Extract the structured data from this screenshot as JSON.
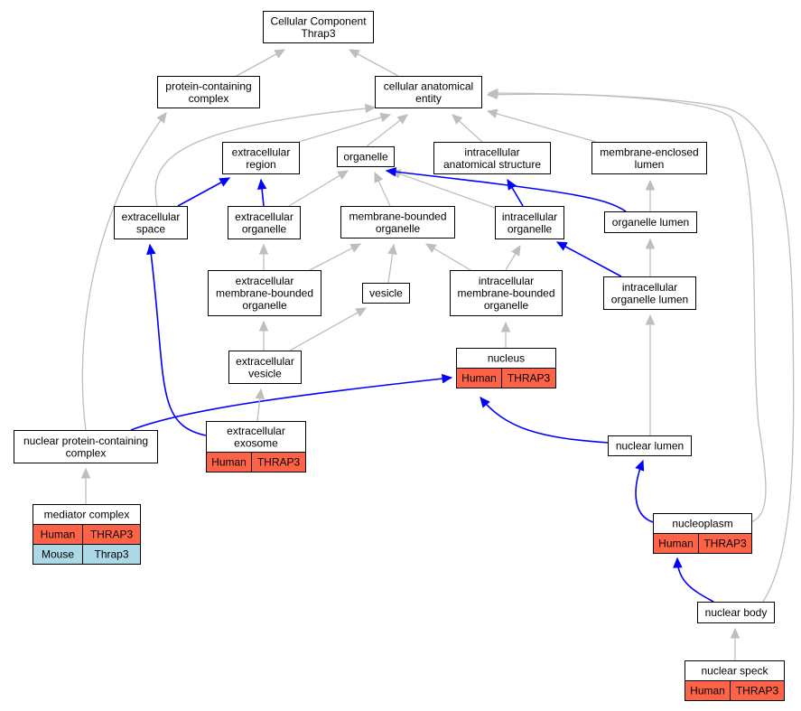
{
  "colors": {
    "human_cell": "#ff6347",
    "mouse_cell": "#add8e6",
    "edge_default": "#bebebe",
    "edge_highlight": "#0000ff"
  },
  "nodes": {
    "root": [
      "Cellular Component",
      "Thrap3"
    ],
    "protein_containing_complex": [
      "protein-containing",
      "complex"
    ],
    "cellular_anatomical_entity": [
      "cellular anatomical",
      "entity"
    ],
    "extracellular_region": [
      "extracellular",
      "region"
    ],
    "organelle": [
      "organelle"
    ],
    "intracellular_anatomical_structure": [
      "intracellular",
      "anatomical structure"
    ],
    "membrane_enclosed_lumen": [
      "membrane-enclosed",
      "lumen"
    ],
    "extracellular_space": [
      "extracellular",
      "space"
    ],
    "extracellular_organelle": [
      "extracellular",
      "organelle"
    ],
    "membrane_bounded_organelle": [
      "membrane-bounded",
      "organelle"
    ],
    "intracellular_organelle": [
      "intracellular",
      "organelle"
    ],
    "organelle_lumen": [
      "organelle lumen"
    ],
    "extracellular_membrane_bounded_organelle": [
      "extracellular",
      "membrane-bounded",
      "organelle"
    ],
    "vesicle": [
      "vesicle"
    ],
    "intracellular_membrane_bounded_organelle": [
      "intracellular",
      "membrane-bounded",
      "organelle"
    ],
    "intracellular_organelle_lumen": [
      "intracellular",
      "organelle lumen"
    ],
    "extracellular_vesicle": [
      "extracellular",
      "vesicle"
    ],
    "nucleus": [
      "nucleus"
    ],
    "nuclear_protein_containing_complex": [
      "nuclear protein-containing",
      "complex"
    ],
    "extracellular_exosome": [
      "extracellular",
      "exosome"
    ],
    "nuclear_lumen": [
      "nuclear lumen"
    ],
    "mediator_complex": [
      "mediator complex"
    ],
    "nucleoplasm": [
      "nucleoplasm"
    ],
    "nuclear_body": [
      "nuclear body"
    ],
    "nuclear_speck": [
      "nuclear speck"
    ]
  },
  "annotations": {
    "nucleus": [
      [
        "Human",
        "THRAP3"
      ]
    ],
    "extracellular_exosome": [
      [
        "Human",
        "THRAP3"
      ]
    ],
    "mediator_complex": [
      [
        "Human",
        "THRAP3"
      ],
      [
        "Mouse",
        "Thrap3"
      ]
    ],
    "nucleoplasm": [
      [
        "Human",
        "THRAP3"
      ]
    ],
    "nuclear_speck": [
      [
        "Human",
        "THRAP3"
      ]
    ]
  },
  "edges": [
    {
      "from": "protein_containing_complex",
      "to": "root",
      "highlight": false
    },
    {
      "from": "cellular_anatomical_entity",
      "to": "root",
      "highlight": false
    },
    {
      "from": "extracellular_region",
      "to": "cellular_anatomical_entity",
      "highlight": false
    },
    {
      "from": "organelle",
      "to": "cellular_anatomical_entity",
      "highlight": false
    },
    {
      "from": "intracellular_anatomical_structure",
      "to": "cellular_anatomical_entity",
      "highlight": false
    },
    {
      "from": "membrane_enclosed_lumen",
      "to": "cellular_anatomical_entity",
      "highlight": false
    },
    {
      "from": "extracellular_space",
      "to": "cellular_anatomical_entity",
      "highlight": false
    },
    {
      "from": "extracellular_space",
      "to": "extracellular_region",
      "highlight": true
    },
    {
      "from": "extracellular_organelle",
      "to": "extracellular_region",
      "highlight": true
    },
    {
      "from": "extracellular_organelle",
      "to": "organelle",
      "highlight": false
    },
    {
      "from": "membrane_bounded_organelle",
      "to": "organelle",
      "highlight": false
    },
    {
      "from": "intracellular_organelle",
      "to": "organelle",
      "highlight": false
    },
    {
      "from": "intracellular_organelle",
      "to": "intracellular_anatomical_structure",
      "highlight": true
    },
    {
      "from": "organelle_lumen",
      "to": "organelle",
      "highlight": true
    },
    {
      "from": "organelle_lumen",
      "to": "membrane_enclosed_lumen",
      "highlight": false
    },
    {
      "from": "extracellular_membrane_bounded_organelle",
      "to": "extracellular_organelle",
      "highlight": false
    },
    {
      "from": "extracellular_membrane_bounded_organelle",
      "to": "membrane_bounded_organelle",
      "highlight": false
    },
    {
      "from": "vesicle",
      "to": "membrane_bounded_organelle",
      "highlight": false
    },
    {
      "from": "intracellular_membrane_bounded_organelle",
      "to": "membrane_bounded_organelle",
      "highlight": false
    },
    {
      "from": "intracellular_membrane_bounded_organelle",
      "to": "intracellular_organelle",
      "highlight": false
    },
    {
      "from": "intracellular_organelle_lumen",
      "to": "intracellular_organelle",
      "highlight": true
    },
    {
      "from": "intracellular_organelle_lumen",
      "to": "organelle_lumen",
      "highlight": false
    },
    {
      "from": "extracellular_vesicle",
      "to": "extracellular_membrane_bounded_organelle",
      "highlight": false
    },
    {
      "from": "extracellular_vesicle",
      "to": "vesicle",
      "highlight": false
    },
    {
      "from": "nucleus",
      "to": "intracellular_membrane_bounded_organelle",
      "highlight": false
    },
    {
      "from": "nuclear_protein_containing_complex",
      "to": "protein_containing_complex",
      "highlight": false
    },
    {
      "from": "nuclear_protein_containing_complex",
      "to": "nucleus",
      "highlight": true
    },
    {
      "from": "extracellular_exosome",
      "to": "extracellular_vesicle",
      "highlight": false
    },
    {
      "from": "extracellular_exosome",
      "to": "extracellular_space",
      "highlight": true
    },
    {
      "from": "nuclear_lumen",
      "to": "nucleus",
      "highlight": true
    },
    {
      "from": "nuclear_lumen",
      "to": "intracellular_organelle_lumen",
      "highlight": false
    },
    {
      "from": "mediator_complex",
      "to": "nuclear_protein_containing_complex",
      "highlight": false
    },
    {
      "from": "nucleoplasm",
      "to": "nuclear_lumen",
      "highlight": true
    },
    {
      "from": "nucleoplasm",
      "to": "cellular_anatomical_entity",
      "highlight": false
    },
    {
      "from": "nuclear_body",
      "to": "nucleoplasm",
      "highlight": true
    },
    {
      "from": "nuclear_body",
      "to": "cellular_anatomical_entity",
      "highlight": false
    },
    {
      "from": "nuclear_speck",
      "to": "nuclear_body",
      "highlight": false
    }
  ]
}
